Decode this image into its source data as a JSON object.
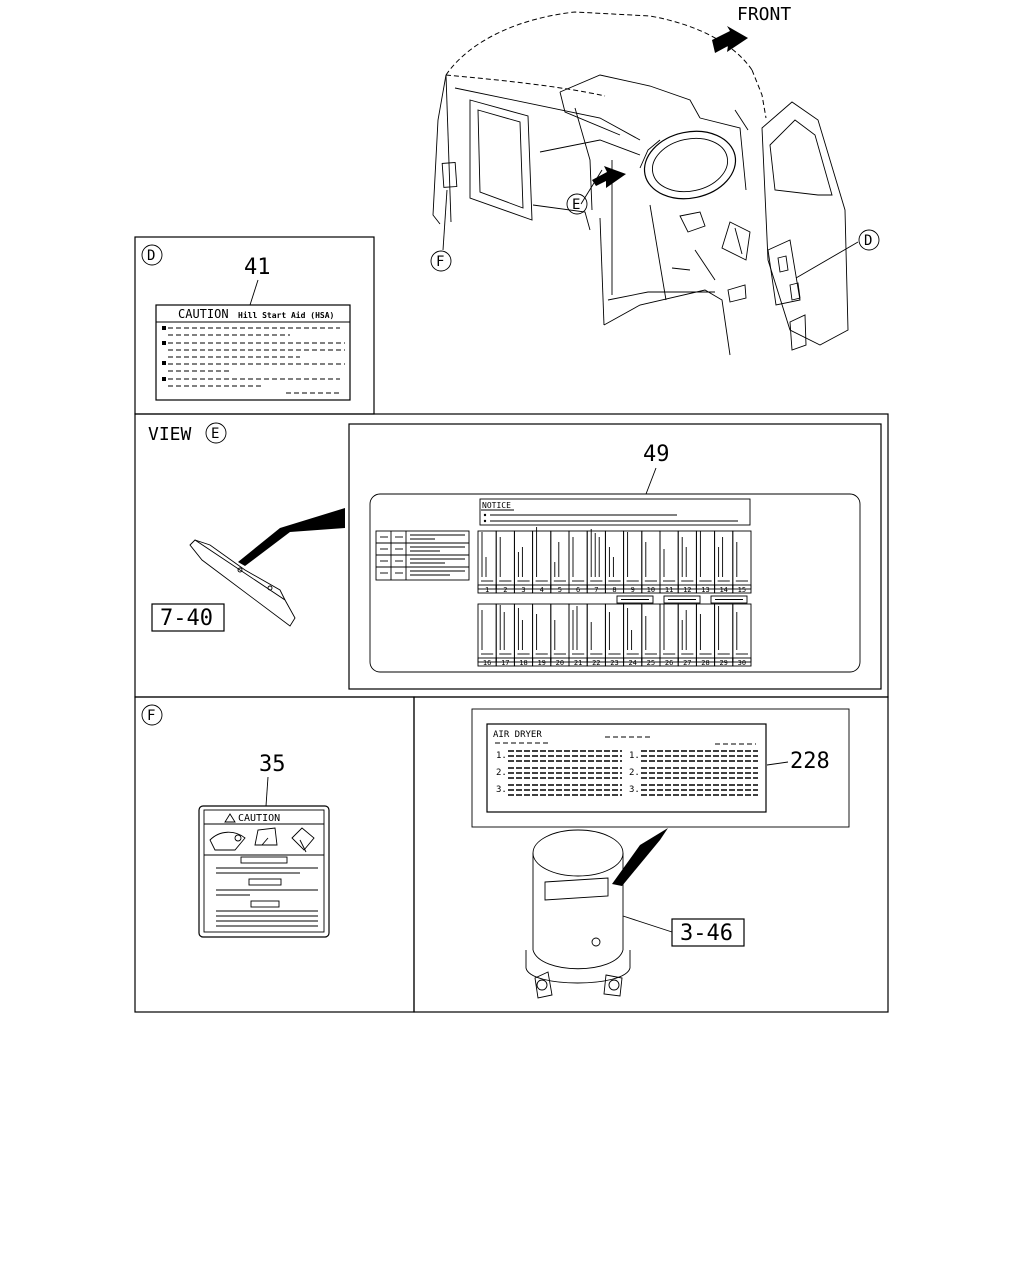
{
  "header": {
    "front_label": "FRONT"
  },
  "markers": {
    "D": "D",
    "E": "E",
    "F": "F"
  },
  "view_e": {
    "title": "VIEW",
    "marker": "E",
    "part_ref": "7-40",
    "callout": "49",
    "notice_label": "NOTICE",
    "fuse_numbers_top": [
      "1",
      "2",
      "3",
      "4",
      "5",
      "6",
      "7",
      "8",
      "9",
      "10",
      "11",
      "12",
      "13",
      "14",
      "15"
    ],
    "fuse_numbers_bottom": [
      "16",
      "17",
      "18",
      "19",
      "20",
      "21",
      "22",
      "23",
      "24",
      "25",
      "26",
      "27",
      "28",
      "29",
      "30"
    ]
  },
  "panel_d": {
    "marker": "D",
    "callout": "41",
    "label_title": "CAUTION",
    "label_subtitle": "Hill Start Aid (HSA)"
  },
  "panel_f": {
    "marker": "F",
    "callout": "35",
    "label_title": "CAUTION"
  },
  "panel_air": {
    "callout": "228",
    "part_ref": "3-46",
    "label_title": "AIR DRYER",
    "items_left": [
      "1.",
      "2.",
      "3."
    ],
    "items_right": [
      "1.",
      "2.",
      "3."
    ]
  }
}
